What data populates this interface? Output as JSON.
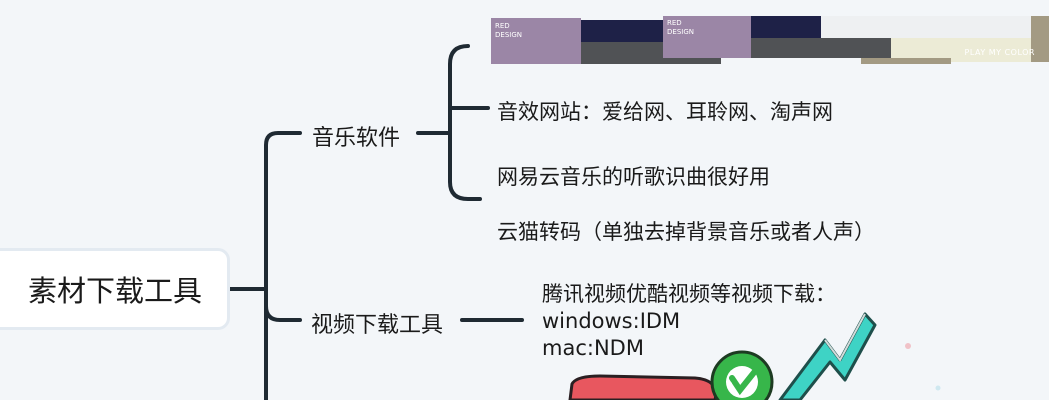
{
  "root": {
    "label": "素材下载工具"
  },
  "branches": [
    {
      "label": "音乐软件",
      "children": [
        {
          "label": "音效网站：爱给网、耳聆网、淘声网"
        },
        {
          "label": "网易云音乐的听歌识曲很好用"
        }
      ]
    },
    {
      "label": "视频下载工具",
      "children": [
        {
          "lines": [
            "腾讯视频优酷视频等视频下载：",
            "windows:IDM",
            "mac:NDM"
          ]
        }
      ]
    }
  ],
  "floating_leaf": {
    "label": "云猫转码（单独去掉背景音乐或者人声）"
  },
  "banner": {
    "brand_lines": [
      "RED",
      "DESIGN"
    ],
    "note": "PLAY MY COLOR",
    "colors": [
      "#9b86a6",
      "#1e2147",
      "#505255",
      "#eef0f2",
      "#ecebd6",
      "#a39a83"
    ]
  },
  "sticker": {
    "colors": {
      "red": "#e8575f",
      "green": "#37b64a",
      "teal": "#3ed3c5"
    }
  }
}
